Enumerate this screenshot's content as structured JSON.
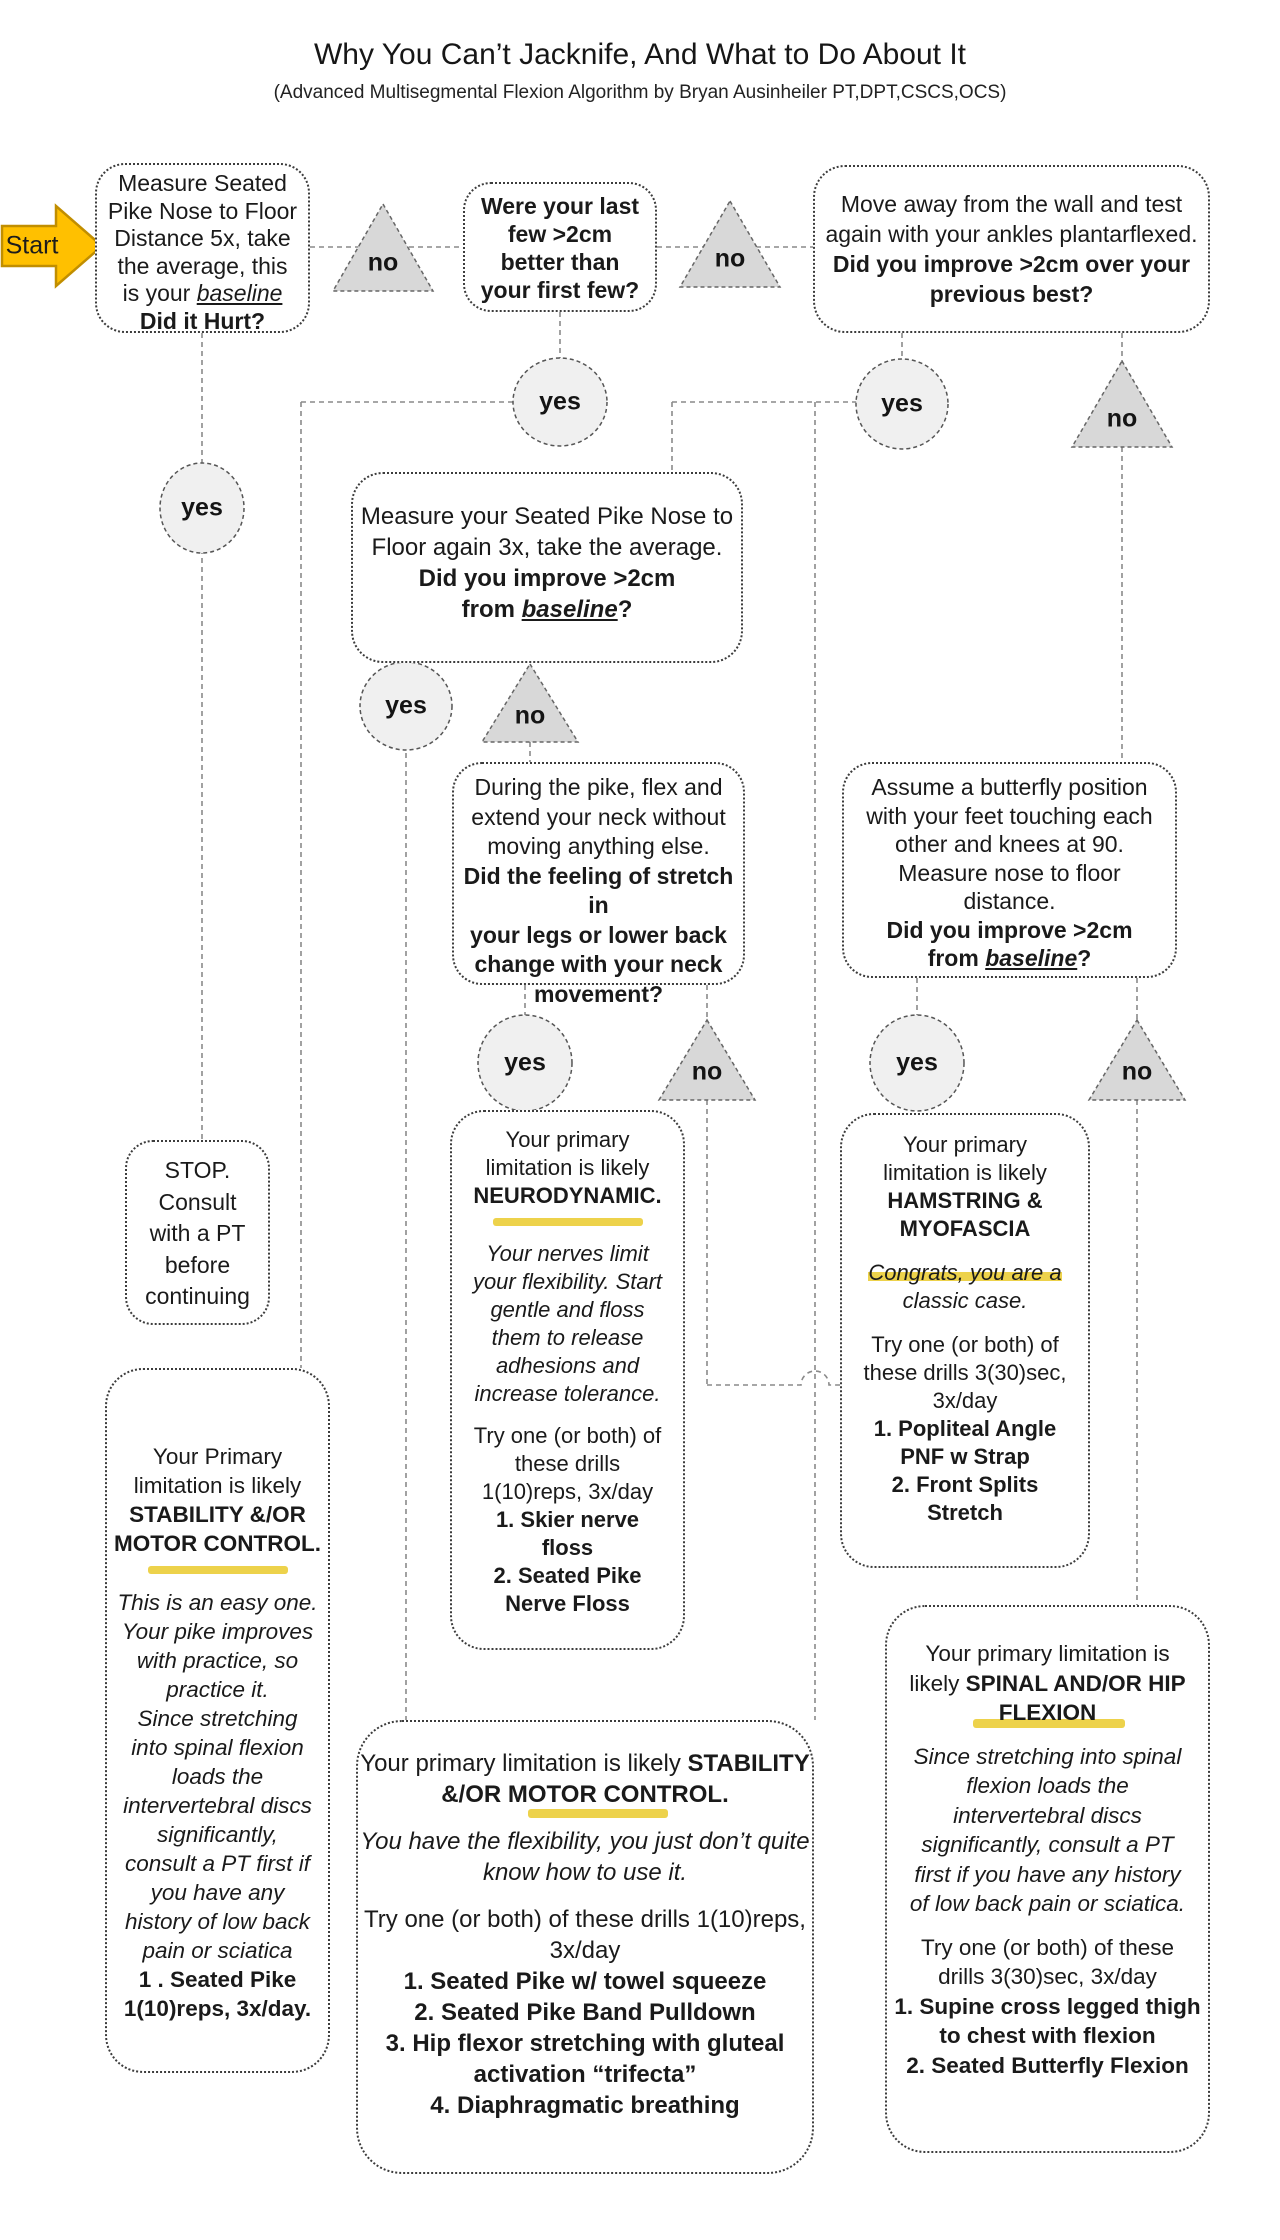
{
  "header": {
    "title": "Why You Can’t Jacknife, And What to Do About It",
    "subtitle": "(Advanced Multisegmental Flexion Algorithm by Bryan Ausinheiler PT,DPT,CSCS,OCS)"
  },
  "start": {
    "label": "Start"
  },
  "labels": {
    "yes": "yes",
    "no": "no"
  },
  "colors": {
    "start_arrow": "#FFC000",
    "start_arrow_border": "#C18E00",
    "highlight": "#EDD24B",
    "circle_fill": "#F0F0F0",
    "triangle_fill": "#D8D8D8"
  },
  "boxes": {
    "baseline": {
      "lines": [
        "Measure Seated",
        "Pike Nose to Floor",
        "Distance 5x, take",
        "the average, this"
      ],
      "pre": "is your ",
      "em": "baseline",
      "question": "Did it Hurt?"
    },
    "lastfew": {
      "lines": [
        "Were your last",
        "few >2cm",
        "better than",
        "your first few?"
      ]
    },
    "wall": {
      "lines": [
        "Move away from the wall and test",
        "again with your ankles plantarflexed."
      ],
      "bold": [
        "Did you improve >2cm over your",
        "previous best?"
      ]
    },
    "retest": {
      "lines": [
        "Measure your Seated Pike Nose to",
        "Floor again 3x, take the average."
      ],
      "bold1": "Did you improve >2cm",
      "bold2pre": "from ",
      "em": "baseline",
      "post": "?"
    },
    "neck": {
      "lines": [
        "During the pike, flex and",
        "extend your neck without",
        "moving anything else."
      ],
      "bold": [
        "Did the feeling of stretch in",
        "your legs or lower back",
        "change with your neck",
        "movement?"
      ]
    },
    "butterfly": {
      "lines": [
        "Assume a butterfly position",
        "with your feet touching each",
        "other and knees at 90.",
        "Measure nose to floor",
        "distance."
      ],
      "bold1": "Did you improve >2cm",
      "bold2pre": "from ",
      "em": "baseline",
      "post": "?"
    },
    "stop": {
      "lines": [
        "STOP.",
        "Consult",
        "with a PT",
        "before",
        "continuing"
      ]
    },
    "stability_left": {
      "head": [
        "Your Primary",
        "limitation is likely"
      ],
      "head_bold": [
        "STABILITY &/OR",
        "MOTOR CONTROL."
      ],
      "italic": [
        "This is an easy one.",
        "Your pike improves",
        "with practice, so",
        "practice it.",
        "Since stretching",
        "into spinal flexion",
        "loads the",
        "intervertebral discs",
        "significantly,",
        "consult a PT first if",
        "you have any",
        "history of low back",
        "pain or sciatica"
      ],
      "bold": [
        "1 . Seated Pike",
        "1(10)reps, 3x/day."
      ]
    },
    "neuro": {
      "head": [
        "Your primary",
        "limitation is likely"
      ],
      "head_bold": "NEURODYNAMIC.",
      "italic": [
        "Your nerves limit",
        "your flexibility. Start",
        "gentle and floss",
        "them to release",
        "adhesions and",
        "increase tolerance."
      ],
      "reg": [
        "Try one (or both) of",
        "these drills",
        "1(10)reps, 3x/day"
      ],
      "drills": [
        "1.   Skier nerve",
        "floss",
        "2.   Seated Pike",
        "Nerve Floss"
      ]
    },
    "hamstring": {
      "head": [
        "Your primary",
        "limitation is likely"
      ],
      "head_bold": [
        "HAMSTRING &",
        "MYOFASCIA"
      ],
      "italic1": "Congrats, you are a",
      "italic2": "classic case.",
      "reg": [
        "Try one (or both) of",
        "these drills  3(30)sec,",
        "3x/day"
      ],
      "drills": [
        "1.   Popliteal Angle",
        "PNF w Strap",
        "2.   Front Splits",
        "Stretch"
      ]
    },
    "stability_center": {
      "l1pre": "Your primary limitation is likely ",
      "l1bold": "STABILITY",
      "l2bold": "&/OR MOTOR CONTROL.",
      "italic": [
        "You have the flexibility, you just don’t quite",
        "know how to use it."
      ],
      "reg": [
        "Try one (or both) of these drills  1(10)reps,",
        "3x/day"
      ],
      "drills": [
        "1.   Seated Pike w/ towel squeeze",
        "2.   Seated Pike Band Pulldown",
        "3.   Hip flexor stretching with gluteal",
        "activation “trifecta”",
        "4.   Diaphragmatic breathing"
      ]
    },
    "spinal": {
      "l1": "Your primary limitation is",
      "l2pre": "likely ",
      "l2bold": "SPINAL AND/OR HIP",
      "l3bold": "FLEXION",
      "italic": [
        "Since stretching into spinal",
        "flexion loads the",
        "intervertebral discs",
        "significantly, consult a PT",
        "first if you have any history",
        "of low back pain or sciatica."
      ],
      "reg": [
        "Try one (or both) of these",
        "drills 3(30)sec, 3x/day"
      ],
      "drills": [
        "1. Supine cross legged thigh",
        "to chest with flexion",
        "2. Seated Butterfly Flexion"
      ]
    }
  }
}
